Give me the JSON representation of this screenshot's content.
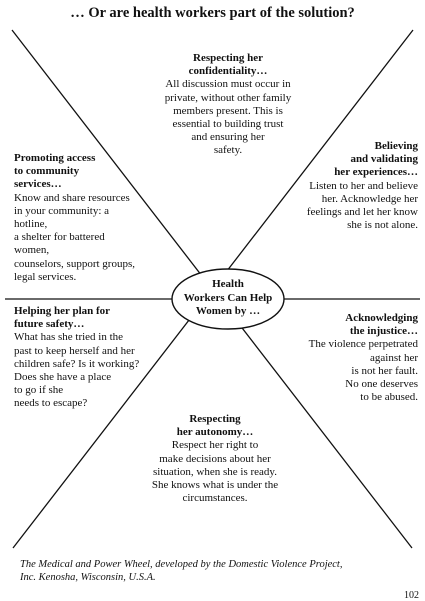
{
  "title": "… Or are health workers part of the solution?",
  "center": "Health\nWorkers Can Help\nWomen by …",
  "segments": {
    "confidentiality": {
      "heading": "Respecting her\nconfidentiality…",
      "body": "All discussion must occur in\nprivate, without other family\nmembers present. This is\nessential to building trust\nand ensuring her\nsafety."
    },
    "believing": {
      "heading": "Believing\nand validating\nher experiences…",
      "body": "Listen to her and believe\nher. Acknowledge her\nfeelings and let her know\nshe is not alone."
    },
    "injustice": {
      "heading": "Acknowledging\nthe injustice…",
      "body": "The violence perpetrated\nagainst her\nis not her fault.\nNo one deserves\nto be abused."
    },
    "autonomy": {
      "heading": "Respecting\nher autonomy…",
      "body": "Respect her right to\nmake decisions about her\nsituation, when she is ready.\nShe knows what is under the\ncircumstances."
    },
    "safety": {
      "heading": "Helping her plan for\nfuture safety…",
      "body": "What has she tried in the\npast to keep herself and her\nchildren safe? Is it working?\nDoes she have a place\nto go if she\nneeds to escape?"
    },
    "access": {
      "heading": "Promoting access\nto community\nservices…",
      "body": "Know and share resources\nin your community: a\nhotline,\na shelter for battered\nwomen,\ncounselors, support groups,\nlegal services."
    }
  },
  "caption": "The Medical and Power Wheel, developed by the Domestic Violence Project,\nInc. Kenosha, Wisconsin, U.S.A.",
  "page_number": "102"
}
